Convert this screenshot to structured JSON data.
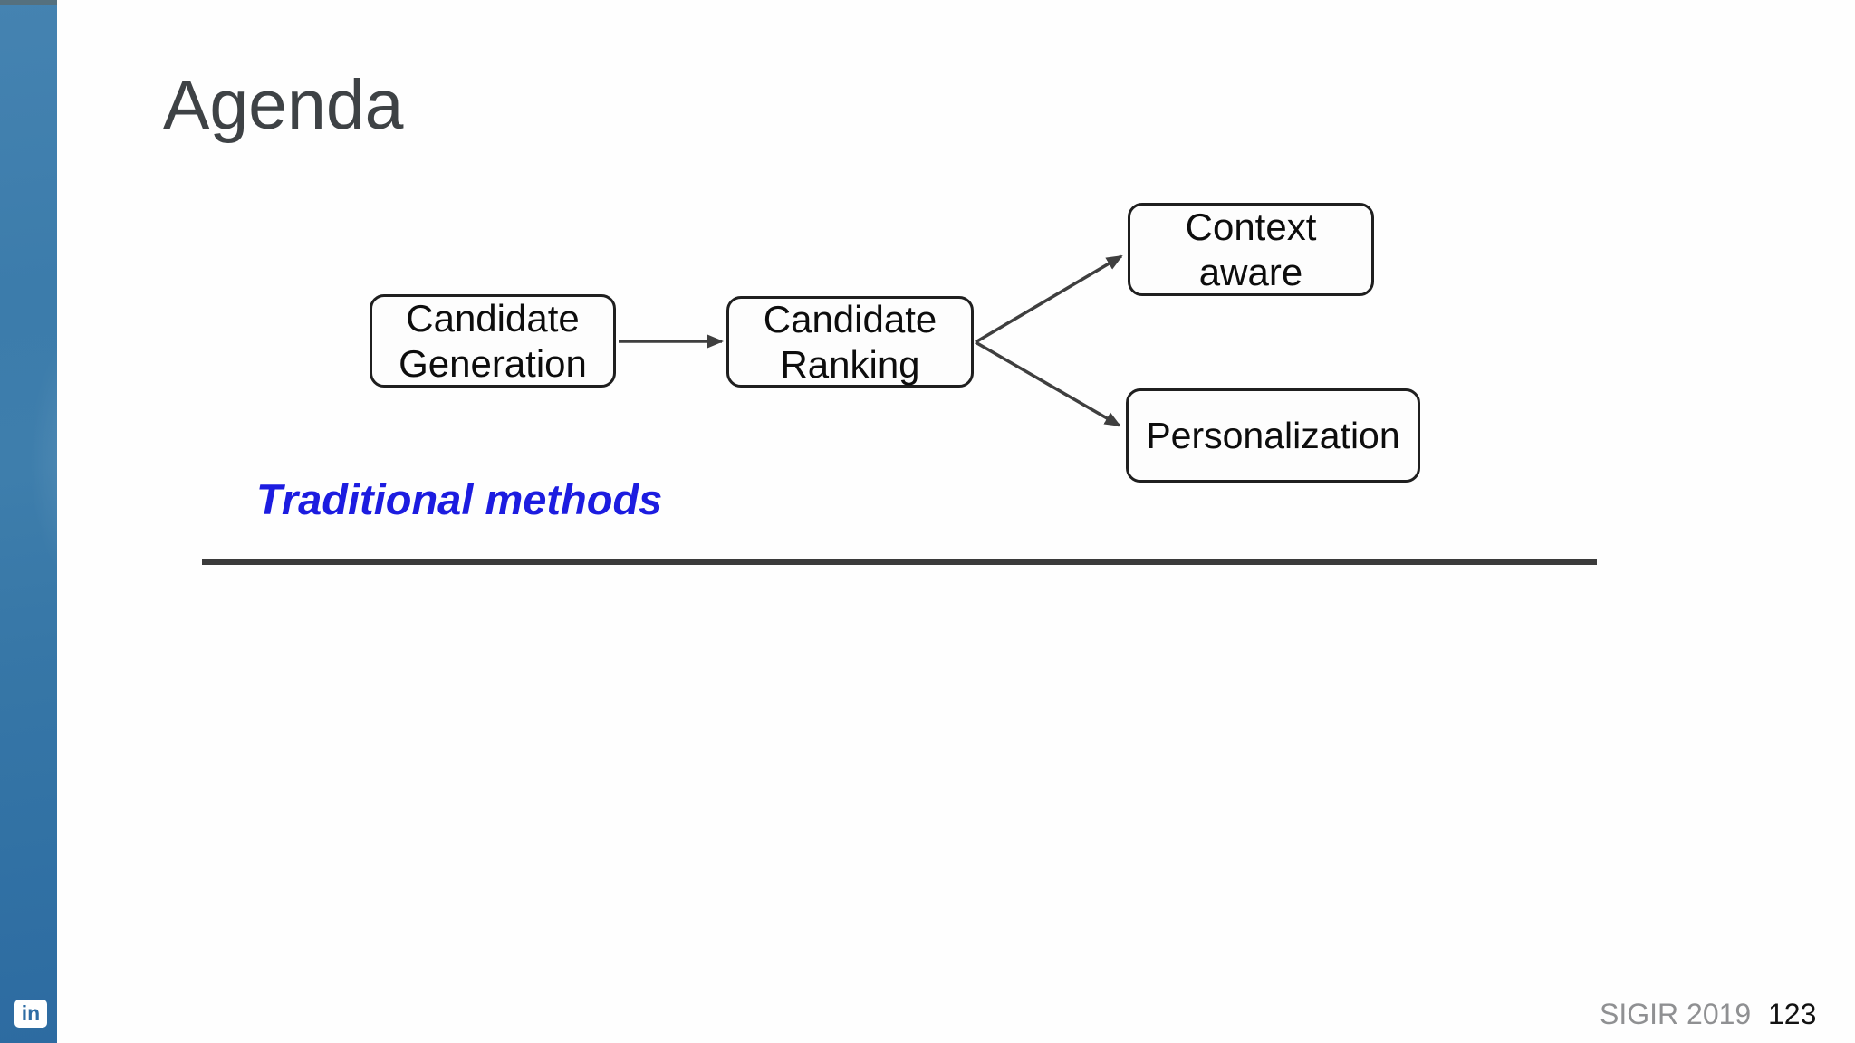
{
  "slide": {
    "title": "Agenda",
    "background_color": "#fefefe"
  },
  "sidebar": {
    "gradient_top_color": "#4583b1",
    "gradient_bottom_color": "#2d6ba1",
    "top_edge_color": "#55707e",
    "linkedin_logo_text": "in",
    "linkedin_logo_color": "#2e6ca4"
  },
  "diagram": {
    "type": "flowchart",
    "nodes": [
      {
        "name": "candidate-generation",
        "lines": [
          "Candidate",
          "Generation"
        ]
      },
      {
        "name": "candidate-ranking",
        "lines": [
          "Candidate",
          "Ranking"
        ]
      },
      {
        "name": "context-aware",
        "lines": [
          "Context",
          "aware"
        ]
      },
      {
        "name": "personalization",
        "lines": [
          "Personalization"
        ]
      }
    ],
    "edges": [
      {
        "from": "candidate-generation",
        "to": "candidate-ranking"
      },
      {
        "from": "candidate-ranking",
        "to": "context-aware"
      },
      {
        "from": "candidate-ranking",
        "to": "personalization"
      }
    ],
    "edge_color": "#3f3f3f",
    "node_border_color": "#1f1f1f",
    "node_fill_color": "#fdfdfd",
    "node_text_color": "#0d0d0d"
  },
  "annotations": {
    "traditional_methods": "Traditional methods",
    "traditional_methods_color": "#1c1ce0"
  },
  "divider": {
    "color": "#3b3b3b"
  },
  "footer": {
    "conference": "SIGIR 2019",
    "page_number": "123"
  }
}
